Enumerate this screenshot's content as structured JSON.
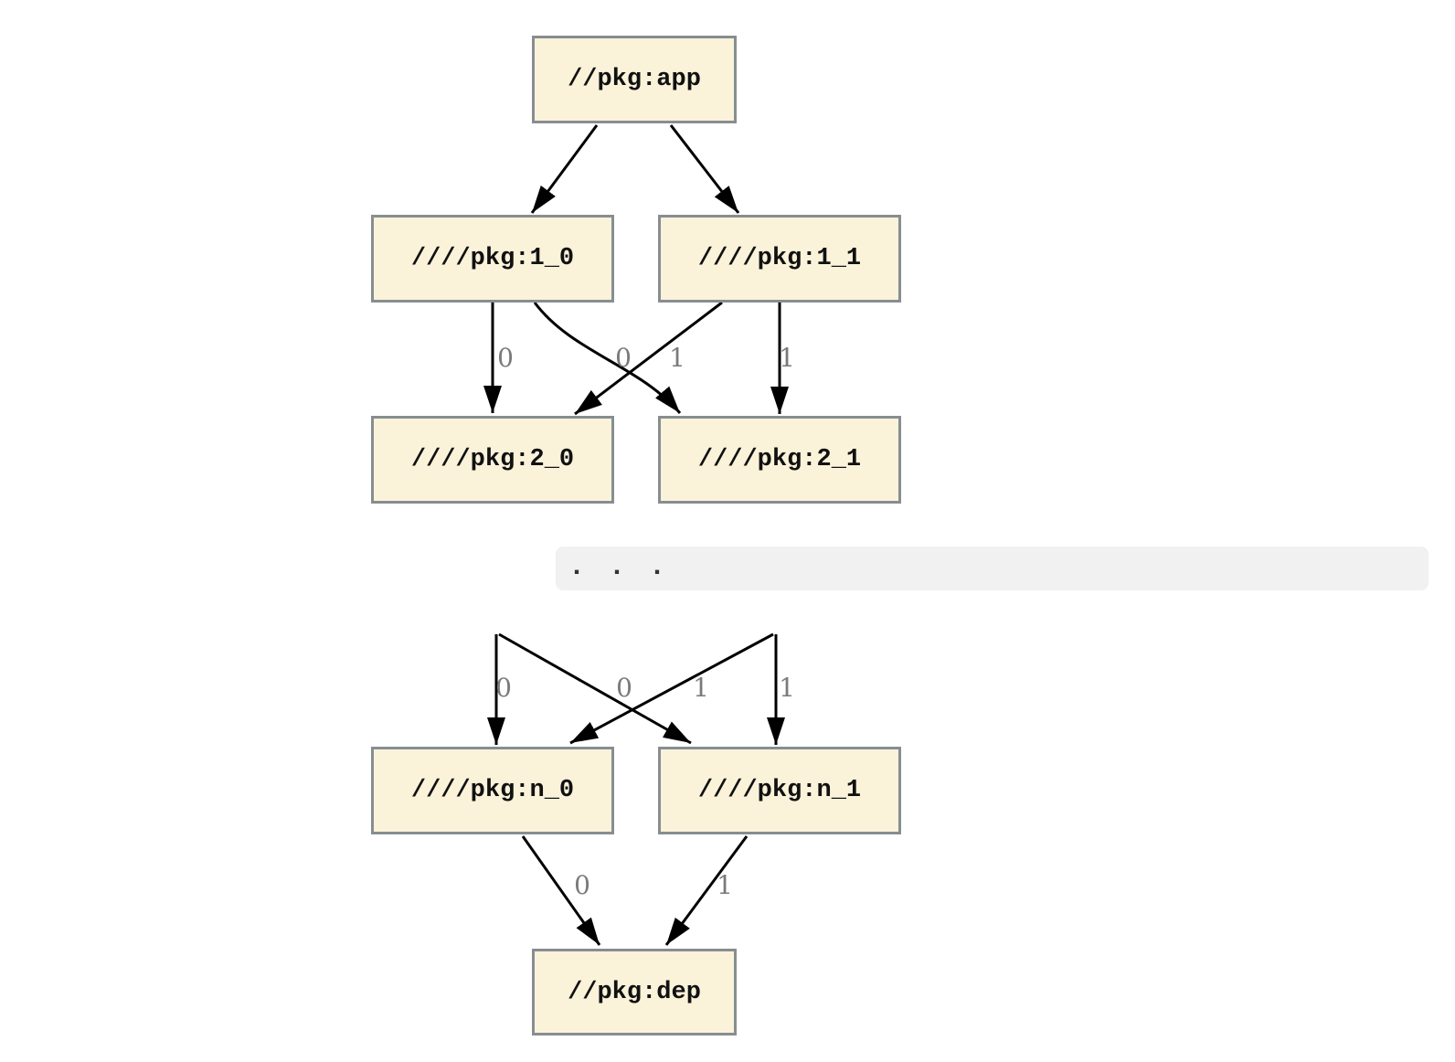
{
  "diagram": {
    "nodes": {
      "app": {
        "label": "//pkg:app"
      },
      "l1_0": {
        "label": "////pkg:1_0"
      },
      "l1_1": {
        "label": "////pkg:1_1"
      },
      "l2_0": {
        "label": "////pkg:2_0"
      },
      "l2_1": {
        "label": "////pkg:2_1"
      },
      "ln_0": {
        "label": "////pkg:n_0"
      },
      "ln_1": {
        "label": "////pkg:n_1"
      },
      "dep": {
        "label": "//pkg:dep"
      }
    },
    "ellipsis_label": ". . .",
    "edges": [
      {
        "from": "//pkg:app",
        "to": "////pkg:1_0",
        "label": ""
      },
      {
        "from": "//pkg:app",
        "to": "////pkg:1_1",
        "label": ""
      },
      {
        "from": "////pkg:1_0",
        "to": "////pkg:2_0",
        "label": "0"
      },
      {
        "from": "////pkg:1_0",
        "to": "////pkg:2_1",
        "label": "1"
      },
      {
        "from": "////pkg:1_1",
        "to": "////pkg:2_0",
        "label": "0"
      },
      {
        "from": "////pkg:1_1",
        "to": "////pkg:2_1",
        "label": "1"
      },
      {
        "from": "...",
        "to": "////pkg:n_0",
        "label": "0"
      },
      {
        "from": "...",
        "to": "////pkg:n_1",
        "label": "1"
      },
      {
        "from": "...",
        "to": "////pkg:n_0",
        "label": "0"
      },
      {
        "from": "...",
        "to": "////pkg:n_1",
        "label": "1"
      },
      {
        "from": "////pkg:n_0",
        "to": "//pkg:dep",
        "label": "0"
      },
      {
        "from": "////pkg:n_1",
        "to": "//pkg:dep",
        "label": "1"
      }
    ],
    "colors": {
      "node_fill": "#fbf2da",
      "node_border": "#878e91",
      "edge_line": "#000000",
      "edge_label": "#7a7a7a",
      "ellipsis_band": "#f1f1f1"
    }
  }
}
